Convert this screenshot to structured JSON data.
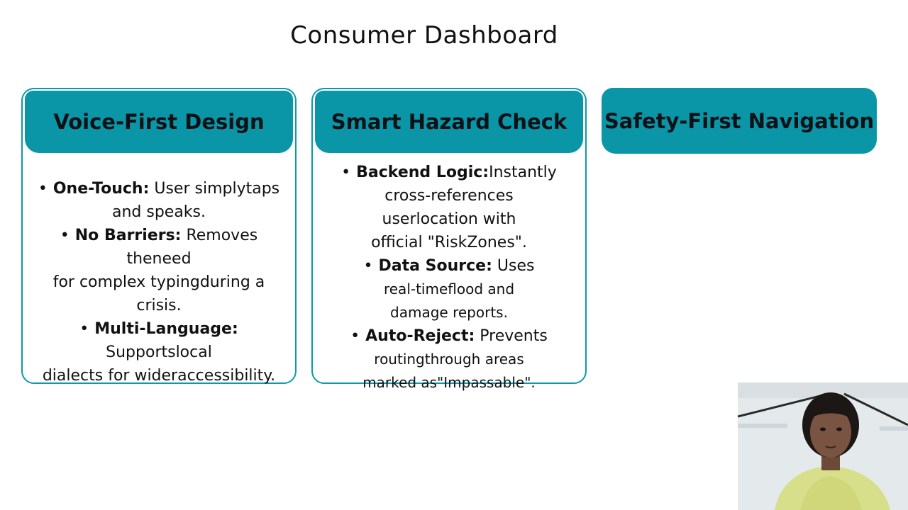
{
  "slide": {
    "title": "Consumer Dashboard"
  },
  "cards": [
    {
      "header": "Voice-First Design",
      "items": [
        {
          "bold": "One-Touch:",
          "text": " User simplytaps",
          "cont": [
            "and speaks."
          ]
        },
        {
          "bold": "No Barriers:",
          "text": " Removes theneed",
          "cont": [
            "for complex typingduring a",
            "crisis."
          ]
        },
        {
          "bold": "Multi-Language:",
          "text": " Supportslocal",
          "cont": [
            "dialects for wideraccessibility."
          ]
        }
      ]
    },
    {
      "header": "Smart Hazard Check",
      "items": [
        {
          "bold": "Backend Logic:",
          "text": "Instantly",
          "cont": [
            "cross-references",
            "userlocation with",
            "official \"RiskZones\"."
          ]
        },
        {
          "bold": "Data Source:",
          "text": " Uses",
          "cont": [
            "real-timeflood and",
            "damage reports."
          ]
        },
        {
          "bold": "Auto-Reject:",
          "text": " Prevents",
          "cont": [
            "routingthrough areas",
            "marked as\"Impassable\"."
          ]
        }
      ]
    },
    {
      "header": "Safety-First Navigation",
      "items": []
    }
  ],
  "bullet_glyph": "•",
  "colors": {
    "accent": "#0b96a8",
    "border": "#0b9aad",
    "text": "#111111"
  },
  "webcam": {
    "label": "presenter-video"
  }
}
